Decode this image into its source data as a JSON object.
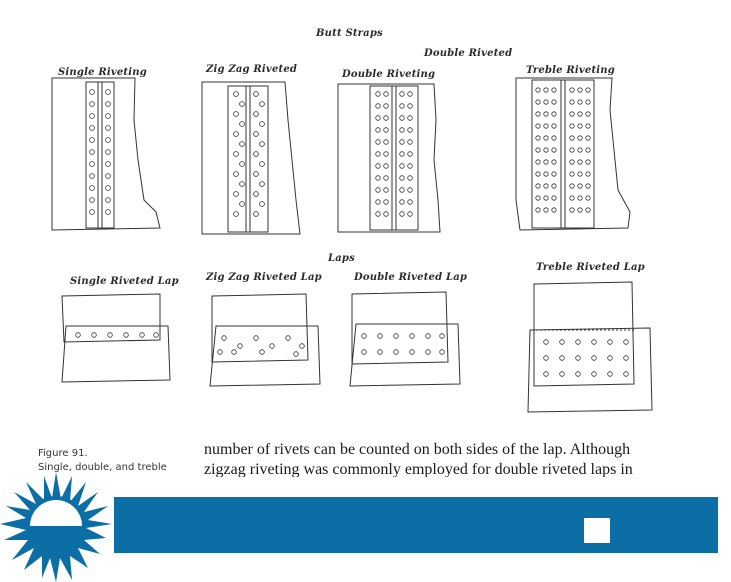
{
  "figure": {
    "butt_section_title": "Butt Straps",
    "double_riveted_note": "Double Riveted",
    "butt_labels": [
      "Single Riveting",
      "Zig Zag Riveted",
      "Double Riveting",
      "Treble Riveting"
    ],
    "laps_section_title": "Laps",
    "lap_labels": [
      "Single Riveted Lap",
      "Zig Zag Riveted Lap",
      "Double Riveted Lap",
      "Treble Riveted Lap"
    ]
  },
  "caption": {
    "figure_number": "Figure 91.",
    "text": "Single, double, and treble"
  },
  "body": {
    "line1": "number of rivets can be counted on both sides of the lap. Although",
    "line2": "zigzag riveting was commonly employed for double riveted laps in"
  },
  "colors": {
    "banner": "#0b6ea4",
    "ink": "#2a2a2a"
  },
  "icons": {
    "logo": "sunburst-icon"
  }
}
